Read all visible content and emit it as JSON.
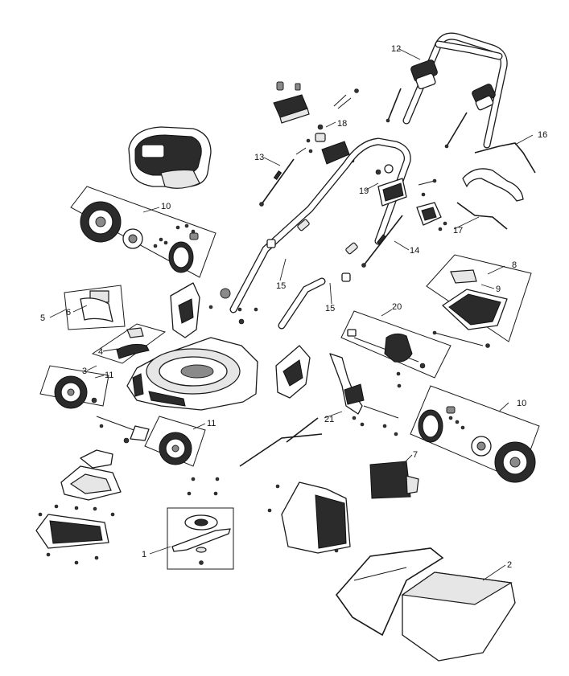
{
  "callouts": {
    "c1": "1",
    "c2": "2",
    "c3": "3",
    "c4": "4",
    "c5": "5",
    "c6": "6",
    "c7": "7",
    "c8": "8",
    "c9": "9",
    "c10a": "10",
    "c10b": "10",
    "c11a": "11",
    "c11b": "11",
    "c12": "12",
    "c13": "13",
    "c14": "14",
    "c15a": "15",
    "c15b": "15",
    "c16": "16",
    "c17": "17",
    "c18": "18",
    "c19": "19",
    "c20": "20",
    "c21": "21"
  }
}
